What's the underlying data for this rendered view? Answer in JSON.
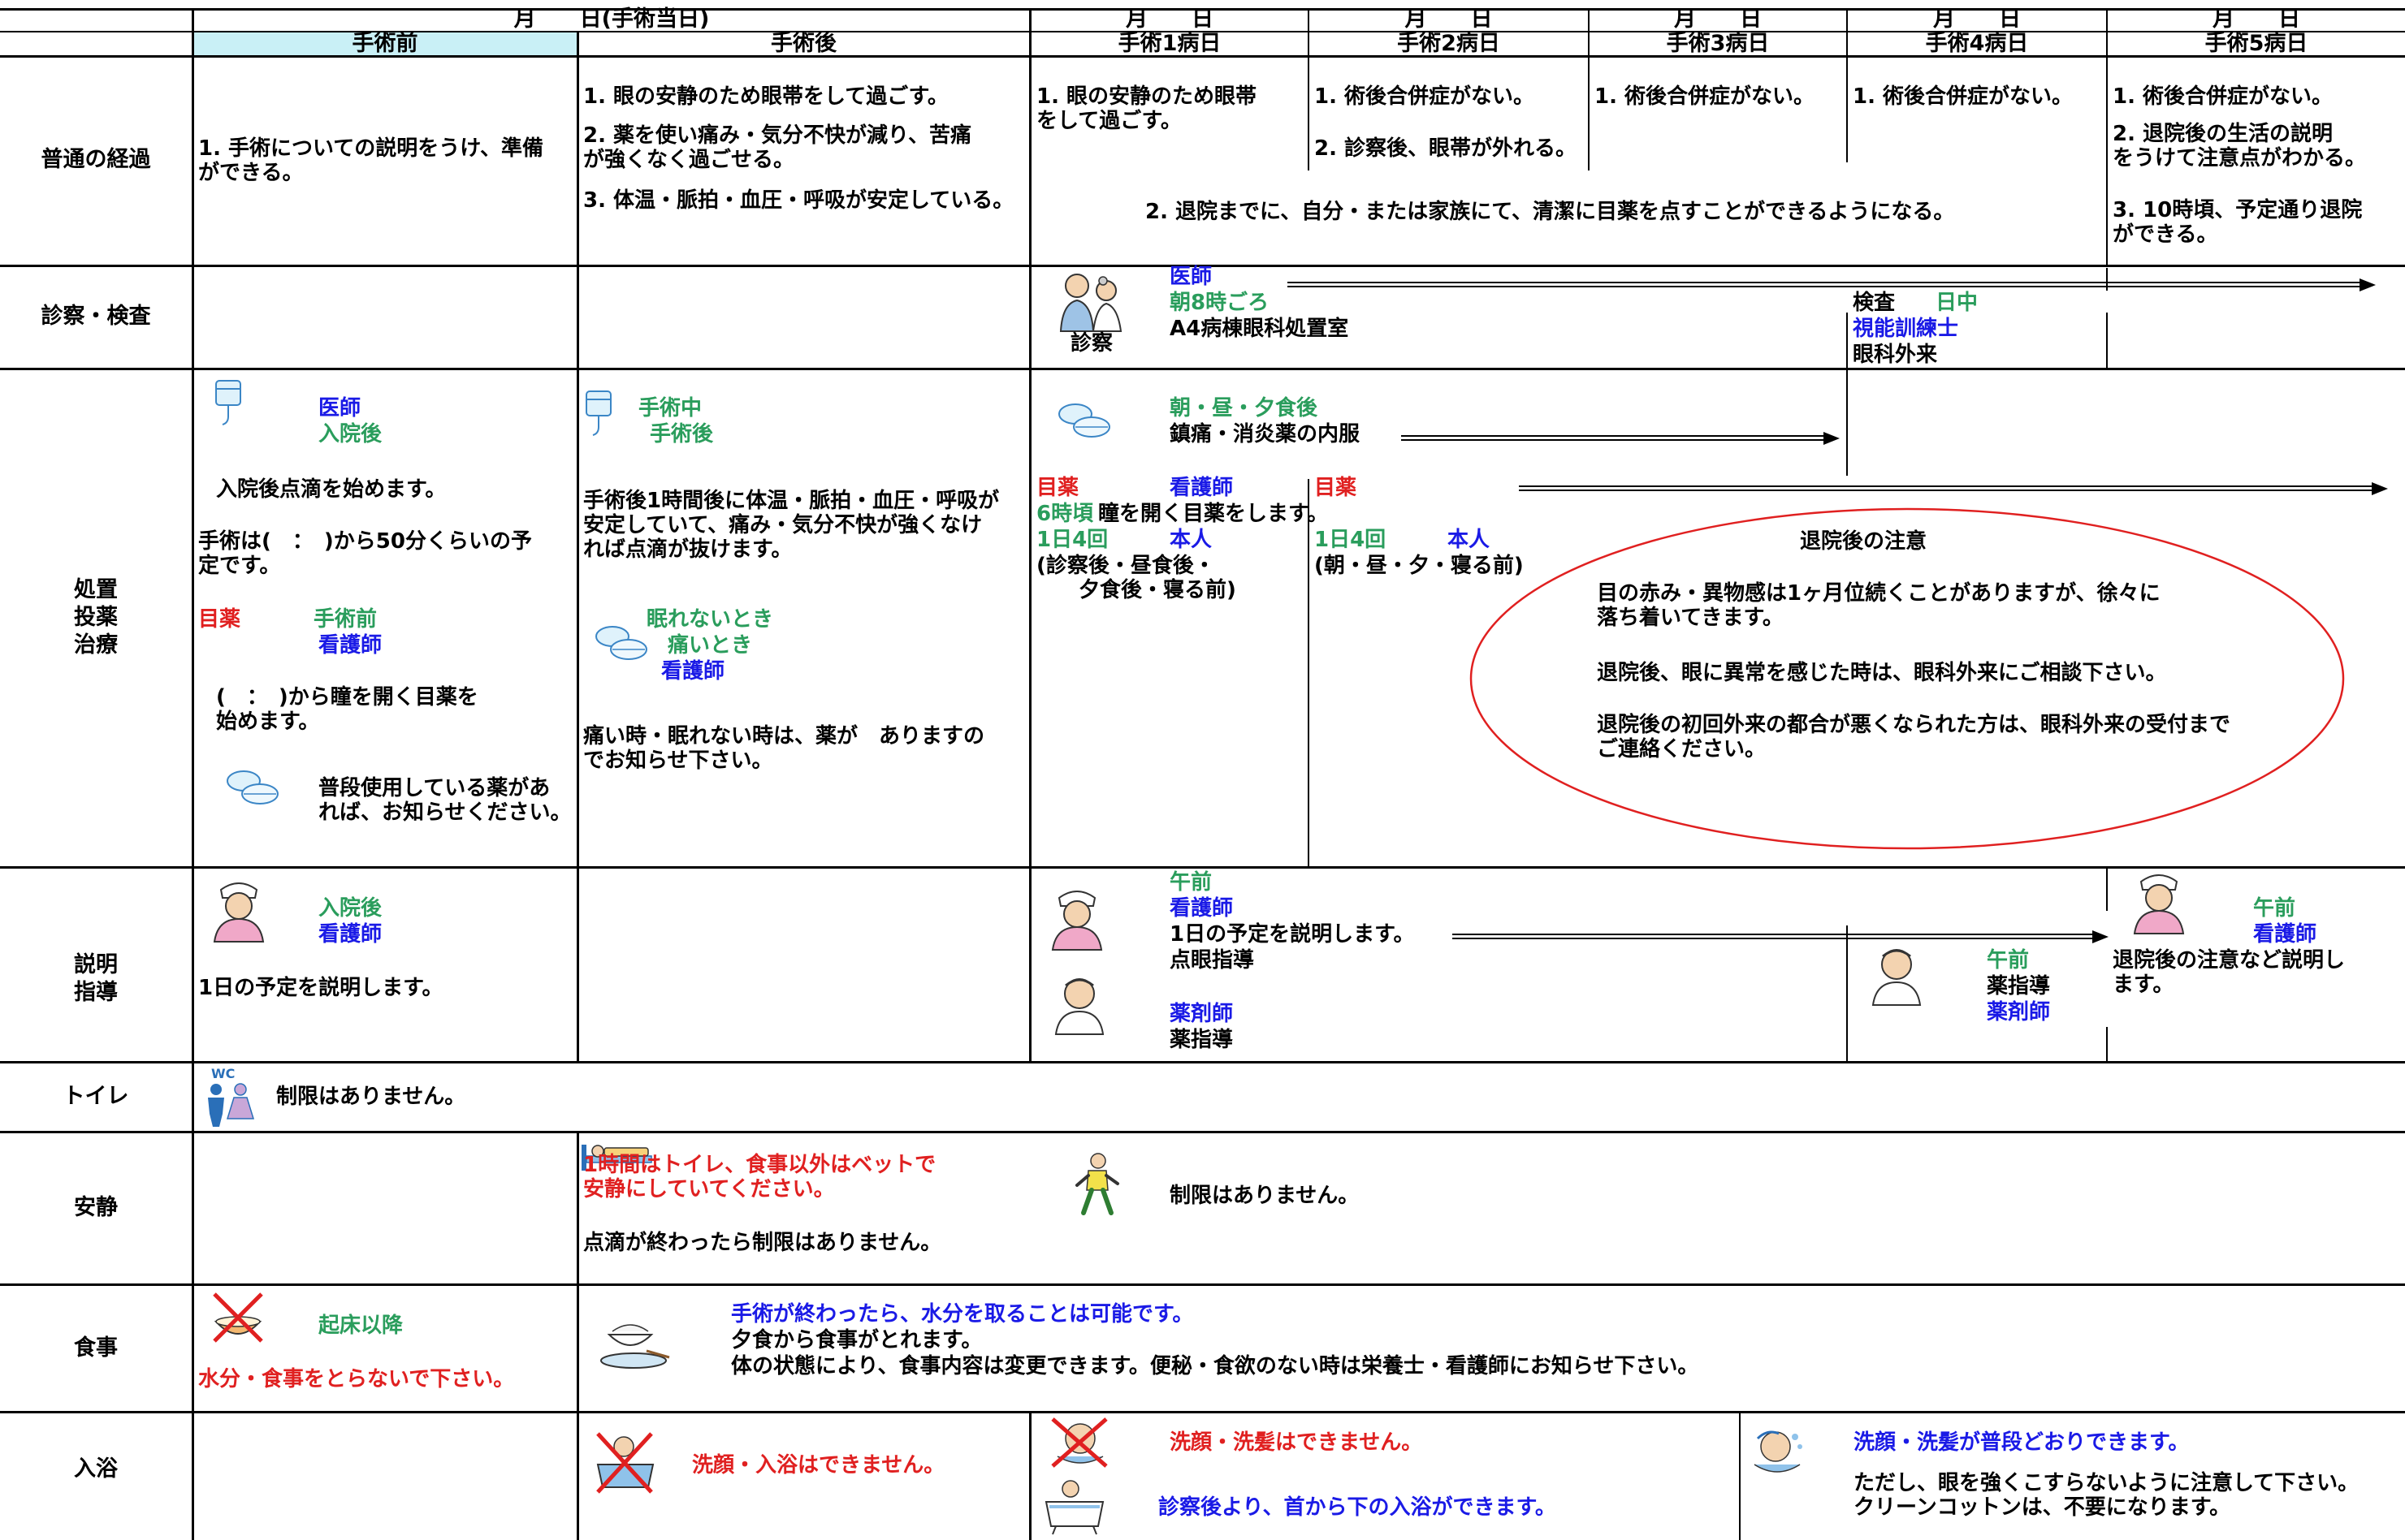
{
  "header": {
    "surgery_day": "月　　日(手術当日)",
    "date_label": "月　　日",
    "columns": [
      "手術前",
      "手術後",
      "手術1病日",
      "手術2病日",
      "手術3病日",
      "手術4病日",
      "手術5病日"
    ]
  },
  "rows": {
    "progress": "普通の経過",
    "exam": "診察・検査",
    "treatment": "処置\n投薬\n治療",
    "guidance": "説明\n指導",
    "toilet": "トイレ",
    "rest": "安静",
    "meal": "食事",
    "bath": "入浴"
  },
  "progress": {
    "pre": "1. 手術についての説明をうけ、準備\nができる。",
    "post1": "1. 眼の安静のため眼帯をして過ごす。",
    "post2": "2. 薬を使い痛み・気分不快が減り、苦痛\nが強くなく過ごせる。",
    "post3": "3. 体温・脈拍・血圧・呼吸が安定している。",
    "d1": "1. 眼の安静のため眼帯\nをして過ごす。",
    "d2_1": "1. 術後合併症がない。",
    "d2_2": "2. 診察後、眼帯が外れる。",
    "d3": "1. 術後合併症がない。",
    "d4": "1. 術後合併症がない。",
    "d5_1": "1. 術後合併症がない。",
    "d5_2": "2. 退院後の生活の説明\nをうけて注意点がわかる。",
    "d5_3": "3. 10時頃、予定通り退院\nができる。",
    "shared": "2. 退院までに、自分・または家族にて、清潔に目薬を点すことができるようになる。"
  },
  "exam": {
    "doctor": "医師",
    "time": "朝8時ごろ",
    "place": "A4病棟眼科処置室",
    "icon_label": "診察",
    "test": "検査",
    "daytime": "日中",
    "orthoptist": "視能訓練士",
    "clinic": "眼科外来"
  },
  "treatment": {
    "pre_doctor": "医師",
    "pre_after_adm": "入院後",
    "pre_iv": "入院後点滴を始めます。",
    "pre_schedule": "手術は(　：　)から50分くらいの予\n定です。",
    "pre_eyedrop": "目薬",
    "pre_before_op": "手術前",
    "pre_nurse": "看護師",
    "pre_dilate": "(　：　)から瞳を開く目薬を\n始めます。",
    "pre_meds": "普段使用している薬があ\nれば、お知らせください。",
    "post_during": "手術中",
    "post_after": "手術後",
    "post_iv": "手術後1時間後に体温・脈拍・血圧・呼吸が\n安定していて、痛み・気分不快が強くなけ\nれば点滴が抜けます。",
    "post_sleep": "眠れないとき",
    "post_pain": "痛いとき",
    "post_nurse": "看護師",
    "post_pain_text": "痛い時・眠れない時は、薬が　ありますの\nでお知らせ下さい。",
    "meals": "朝・昼・夕食後",
    "painkiller": "鎮痛・消炎薬の内服",
    "d1_eyedrop": "目薬",
    "d1_nurse": "看護師",
    "d1_6am": "6時頃",
    "d1_dilate": "瞳を開く目薬をします。",
    "d1_4times": "1日4回",
    "d1_self": "本人",
    "d1_timing": "(診察後・昼食後・\n　　夕食後・寝る前)",
    "d2_eyedrop": "目薬",
    "d2_4times": "1日4回",
    "d2_self": "本人",
    "d2_timing": "(朝・昼・夕・寝る前)",
    "notes_title": "退院後の注意",
    "note1": "目の赤み・異物感は1ヶ月位続くことがありますが、徐々に\n落ち着いてきます。",
    "note2": "退院後、眼に異常を感じた時は、眼科外来にご相談下さい。",
    "note3": "退院後の初回外来の都合が悪くなられた方は、眼科外来の受付まで\nご連絡ください。"
  },
  "guidance": {
    "pre_after_adm": "入院後",
    "pre_nurse": "看護師",
    "pre_text": "1日の予定を説明します。",
    "d1_am": "午前",
    "d1_nurse": "看護師",
    "d1_text": "1日の予定を説明します。",
    "d1_eyedrop": "点眼指導",
    "d1_pharm": "薬剤師",
    "d1_med": "薬指導",
    "d4_am": "午前",
    "d4_med": "薬指導",
    "d4_pharm": "薬剤師",
    "d5_am": "午前",
    "d5_nurse": "看護師",
    "d5_text": "退院後の注意など説明し\nます。"
  },
  "toilet": {
    "wc": "WC",
    "text": "制限はありません。"
  },
  "rest": {
    "post1": "1時間はトイレ、食事以外はベットで\n安静にしていてください。",
    "post2": "点滴が終わったら制限はありません。",
    "d1": "制限はありません。"
  },
  "meal": {
    "pre_wake": "起床以降",
    "pre_no": "水分・食事をとらないで下さい。",
    "post1": "手術が終わったら、水分を取ることは可能です。",
    "post2": "夕食から食事がとれます。",
    "post3": "体の状態により、食事内容は変更できます。便秘・食欲のない時は栄養士・看護師にお知らせ下さい。"
  },
  "bath": {
    "post": "洗顔・入浴はできません。",
    "d1_no": "洗顔・洗髪はできません。",
    "d1_bath": "診察後より、首から下の入浴ができます。",
    "d4_ok": "洗顔・洗髪が普段どおりできます。",
    "d4_note": "ただし、眼を強くこすらないように注意して下さい。\nクリーンコットンは、不要になります。"
  },
  "colors": {
    "header_bg": "#c9f0f6",
    "oval": "#e02020",
    "blue": "#1a1ae6",
    "green": "#2a9d5c",
    "red": "#e02020"
  }
}
